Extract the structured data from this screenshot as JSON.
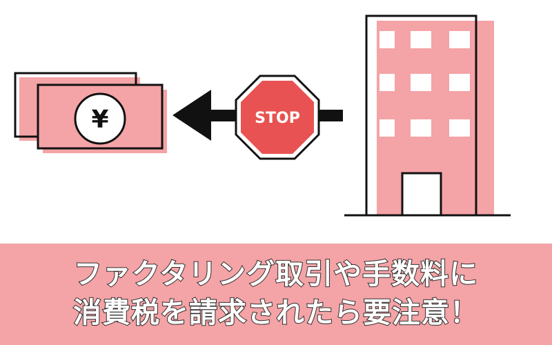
{
  "colors": {
    "accent_pink": "#f4a3a6",
    "stop_red": "#e95252",
    "ink": "#111111",
    "white": "#ffffff"
  },
  "illustration": {
    "banknote": {
      "currency_symbol": "¥",
      "icon": "yen-banknote-icon"
    },
    "arrow": {
      "icon": "arrow-left-icon"
    },
    "stop_sign": {
      "label": "STOP",
      "icon": "stop-sign-icon"
    },
    "building": {
      "icon": "office-building-icon"
    }
  },
  "caption": {
    "line1": "ファクタリング取引や手数料に",
    "line2": "消費税を請求されたら要注意！"
  }
}
